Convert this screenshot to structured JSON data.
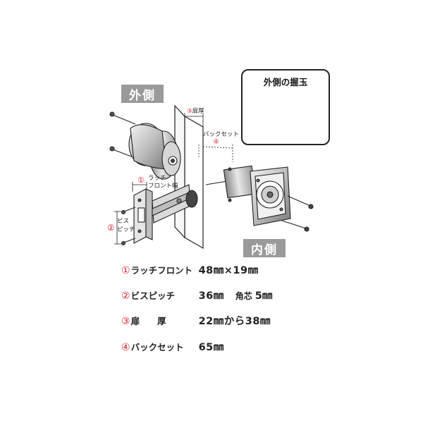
{
  "labels": {
    "outer_side": "外側",
    "inner_side": "内側",
    "inset_title": "外側の握玉",
    "callout_thickness_num": "③",
    "callout_thickness_text": "扉厚",
    "callout_backset_text": "バックセット",
    "callout_backset_num": "④",
    "callout_latch_num": "①",
    "callout_latch_line1": "ラッチ",
    "callout_latch_line2": "フロント幅",
    "callout_pitch_num": "②",
    "callout_pitch_line1": "ビス",
    "callout_pitch_line2": "ピッチ"
  },
  "specs": [
    {
      "num": "①",
      "name": "ラッチフロント",
      "value": "48㎜×19㎜",
      "extra_label": "",
      "extra_value": ""
    },
    {
      "num": "②",
      "name": "ビスピッチ",
      "value": "36㎜",
      "extra_label": "角芯",
      "extra_value": "5㎜"
    },
    {
      "num": "③",
      "name": "扉　　厚",
      "value": "22㎜から38㎜",
      "extra_label": "",
      "extra_value": ""
    },
    {
      "num": "④",
      "name": "バックセット",
      "value": "65㎜",
      "extra_label": "",
      "extra_value": ""
    }
  ],
  "colors": {
    "accent_red": "#d9232e",
    "tag_gray": "#9a9a9a",
    "line": "#222222"
  }
}
